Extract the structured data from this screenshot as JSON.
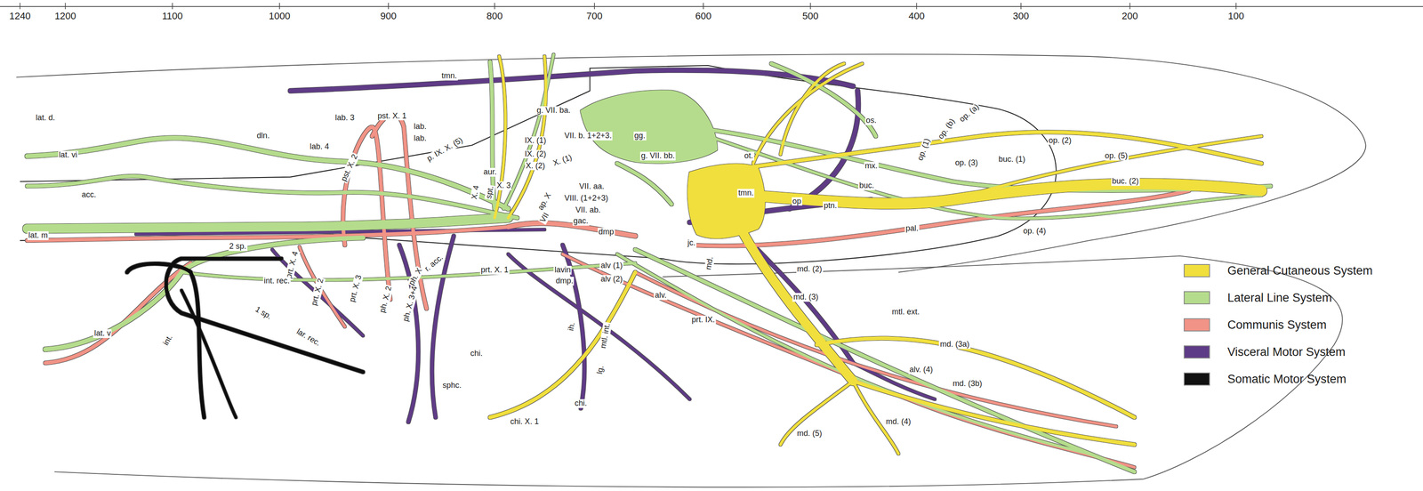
{
  "diagram": {
    "labels": [
      "1240",
      "1200",
      "1100",
      "1000",
      "900",
      "800",
      "700",
      "600",
      "500",
      "400",
      "300",
      "200",
      "100",
      "tmn.",
      "lat. d.",
      "lat. vi",
      "dln.",
      "lab. 3",
      "pst. X. 1",
      "lab.",
      "lab.",
      "lab. 4",
      "pst. X. 2",
      "p. IX. X. (5)",
      "aur.",
      "X. 4",
      "spt.",
      "IX. (1)",
      "IX. (2)",
      "X. (2)",
      "X. (1)",
      "X. 3",
      "VII. b. 1+2+3.",
      "g. VII. ba.",
      "gg.",
      "ot.",
      "os.",
      "op. (1)",
      "op. (b)",
      "op. (a)",
      "mx.",
      "buc.",
      "op. (3)",
      "buc. (1)",
      "op. (2)",
      "op. (5)",
      "buc. (2)",
      "op. (4)",
      "g. VII. bb.",
      "tmn.",
      "op",
      "ptn.",
      "VII. aa.",
      "VIII. (1+2+3)",
      "VII. ab.",
      "gac.",
      "ap. X",
      "VII",
      "dmp",
      "acc.",
      "lat. m",
      "jc.",
      "pal.",
      "md. (2)",
      "md.",
      "2 sp.",
      "prt. X. 4",
      "int. rec.",
      "prt. X. 3",
      "prt. X. 2",
      "ph. X. 2",
      "ph. X. 3+4",
      "ph. X",
      "r. acc.",
      "prt. X. 1",
      "lavin",
      "dmp.",
      "alv (1)",
      "alv (2)",
      "alv.",
      "prt. IX.",
      "md. (3)",
      "mtl. ext.",
      "md. (3a)",
      "alv. (4)",
      "md. (3b)",
      "md. (4)",
      "md. (5)",
      "1 sp.",
      "lar. rec.",
      "lat. v",
      "int.",
      "chi.",
      "chi.",
      "ih.",
      "mtl. int.",
      "lg.",
      "sphc.",
      "chi. X. 1"
    ],
    "legend": [
      {
        "text": "General Cutaneous System",
        "color": "#f0df3c"
      },
      {
        "text": "Lateral Line System",
        "color": "#b5dc8c"
      },
      {
        "text": "Communis System",
        "color": "#f19386"
      },
      {
        "text": "Visceral Motor System",
        "color": "#5e3b86"
      },
      {
        "text": "Somatic Motor System",
        "color": "#111111"
      }
    ]
  }
}
